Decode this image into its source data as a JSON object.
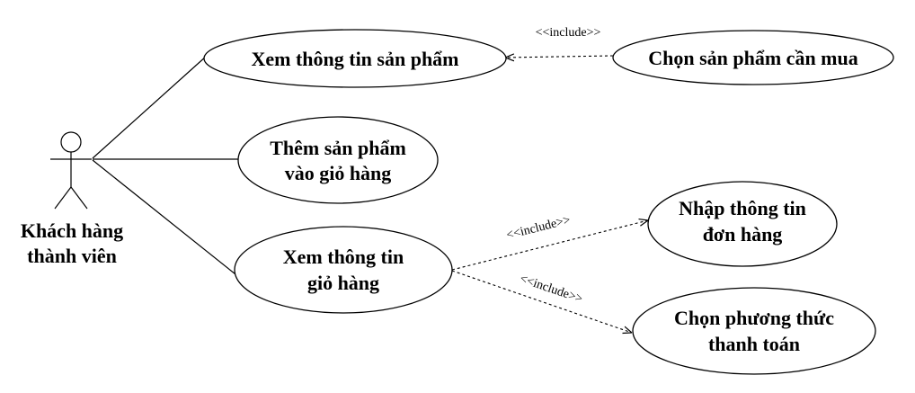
{
  "diagram": {
    "actor": {
      "name_line1": "Khách hàng",
      "name_line2": "thành viên"
    },
    "use_cases": {
      "view_product": {
        "line1": "Xem thông tin sản phẩm"
      },
      "add_to_cart": {
        "line1": "Thêm sản phẩm",
        "line2": "vào giỏ hàng"
      },
      "view_cart": {
        "line1": "Xem thông tin",
        "line2": "giỏ hàng"
      },
      "select_product": {
        "line1": "Chọn sản phẩm cần mua"
      },
      "enter_order": {
        "line1": "Nhập thông tin",
        "line2": "đơn hàng"
      },
      "select_payment": {
        "line1": "Chọn phương thức",
        "line2": "thanh toán"
      }
    },
    "relations": {
      "include_select_product": "<<include>>",
      "include_enter_order": "<<include>>",
      "include_select_payment": "<<include>>"
    }
  }
}
